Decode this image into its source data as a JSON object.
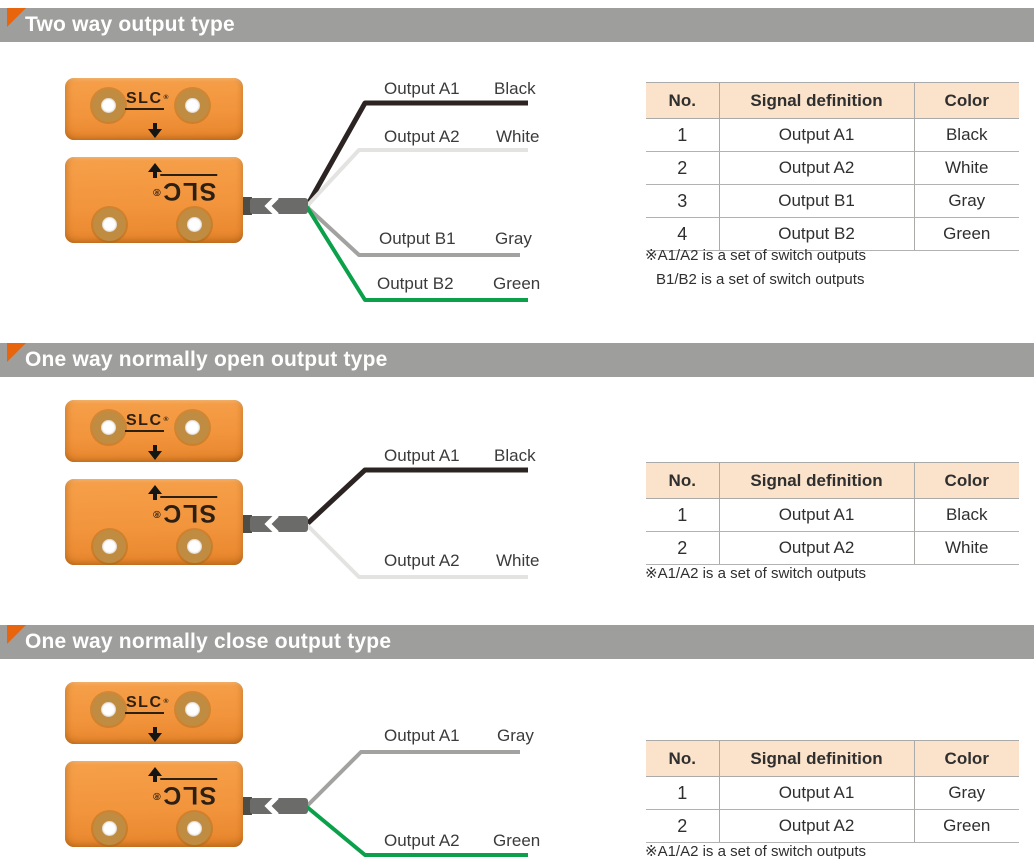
{
  "device": {
    "brand": "SLC",
    "reg": "®"
  },
  "colors": {
    "section_bar": "#9e9e9c",
    "accent_triangle": "#e8650e",
    "device_body": "#f2953d",
    "cable": "#6b6b69",
    "table_header_bg": "#fbe3cb",
    "table_border": "#aaaaa8"
  },
  "sections": [
    {
      "title": "Two way output type",
      "wires": [
        {
          "label": "Output A1",
          "color_name": "Black",
          "hex": "#2b2422"
        },
        {
          "label": "Output A2",
          "color_name": "White",
          "hex": "#e3e3e1"
        },
        {
          "label": "Output B1",
          "color_name": "Gray",
          "hex": "#a2a2a0"
        },
        {
          "label": "Output B2",
          "color_name": "Green",
          "hex": "#0ba04a"
        }
      ],
      "table": {
        "headers": {
          "no": "No.",
          "signal": "Signal definition",
          "color": "Color"
        },
        "rows": [
          {
            "no": "1",
            "signal": "Output A1",
            "color": "Black"
          },
          {
            "no": "2",
            "signal": "Output A2",
            "color": "White"
          },
          {
            "no": "3",
            "signal": "Output B1",
            "color": "Gray"
          },
          {
            "no": "4",
            "signal": "Output B2",
            "color": "Green"
          }
        ]
      },
      "notes": [
        "※A1/A2 is a set of switch outputs",
        "B1/B2 is a set of switch outputs"
      ]
    },
    {
      "title": "One way normally open output type",
      "wires": [
        {
          "label": "Output A1",
          "color_name": "Black",
          "hex": "#2b2422"
        },
        {
          "label": "Output A2",
          "color_name": "White",
          "hex": "#e3e3e1"
        }
      ],
      "table": {
        "headers": {
          "no": "No.",
          "signal": "Signal definition",
          "color": "Color"
        },
        "rows": [
          {
            "no": "1",
            "signal": "Output A1",
            "color": "Black"
          },
          {
            "no": "2",
            "signal": "Output A2",
            "color": "White"
          }
        ]
      },
      "notes": [
        "※A1/A2 is a set of switch outputs"
      ]
    },
    {
      "title": "One way normally close output type",
      "wires": [
        {
          "label": "Output A1",
          "color_name": "Gray",
          "hex": "#a2a2a0"
        },
        {
          "label": "Output A2",
          "color_name": "Green",
          "hex": "#0ba04a"
        }
      ],
      "table": {
        "headers": {
          "no": "No.",
          "signal": "Signal definition",
          "color": "Color"
        },
        "rows": [
          {
            "no": "1",
            "signal": "Output A1",
            "color": "Gray"
          },
          {
            "no": "2",
            "signal": "Output A2",
            "color": "Green"
          }
        ]
      },
      "notes": [
        "※A1/A2 is a set of switch outputs"
      ]
    }
  ]
}
